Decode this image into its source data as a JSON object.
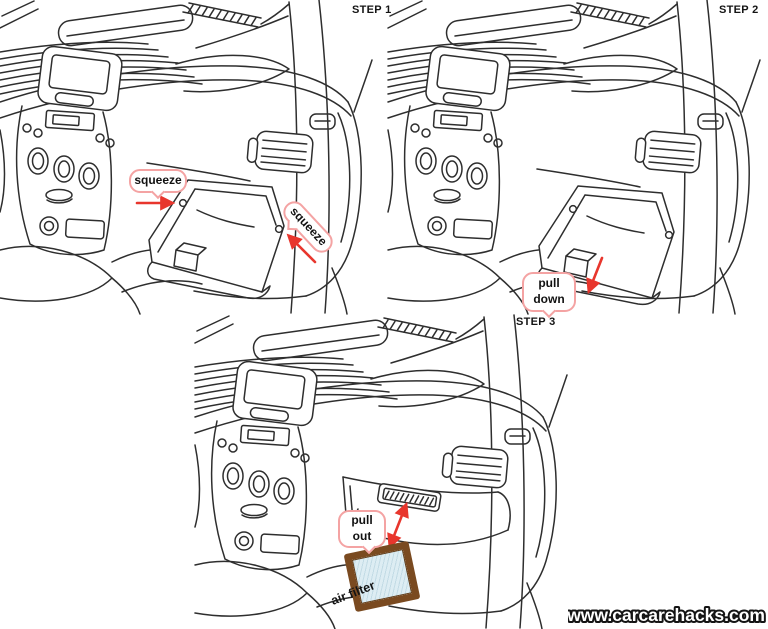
{
  "steps": [
    {
      "label": "STEP 1",
      "annotations": [
        {
          "text": "squeeze"
        },
        {
          "text": "squeeze"
        }
      ]
    },
    {
      "label": "STEP 2",
      "annotations": [
        {
          "text": "pull down"
        }
      ]
    },
    {
      "label": "STEP 3",
      "annotations": [
        {
          "text": "pull out"
        }
      ],
      "part_label": "air filter"
    }
  ],
  "watermark": {
    "text": "www.carcarehacks.com"
  },
  "colors": {
    "line_art": "#2e2e2e",
    "annotation_arrow": "#e8362d",
    "bubble_border": "#f4a3a3",
    "bubble_text": "#111111",
    "filter_frame": "#7a4a20",
    "filter_media": "#d7e9f0",
    "watermark_fill": "#ffffff",
    "watermark_outline": "#141414"
  }
}
